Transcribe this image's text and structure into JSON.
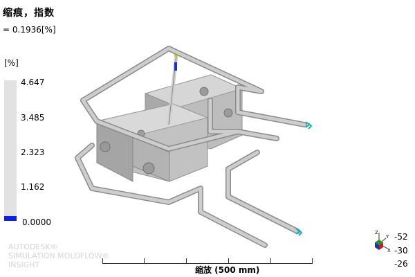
{
  "result": {
    "title": "缩痕，指数",
    "value": "= 0.1936[%]"
  },
  "legend": {
    "unit": "[%]",
    "ticks": [
      "4.647",
      "3.485",
      "2.323",
      "1.162",
      "0.0000"
    ],
    "min_color": "#0b22e6",
    "bar_color": "#e2e2e2"
  },
  "watermark": {
    "line1": "AUTODESK®",
    "line2": "SIMULATION MOLDFLOW®",
    "line3": "INSIGHT"
  },
  "scale": {
    "label": "缩放 (500 mm)"
  },
  "orientation": {
    "z_label": "Z",
    "y_label": "Y",
    "x_label": "X",
    "values": [
      "-52",
      "-30",
      "-26"
    ]
  },
  "colors": {
    "pipe": "#b8b8b8",
    "part": "#c7c7c7",
    "inlet": "#14b3b3",
    "gate": "#d8d000"
  }
}
